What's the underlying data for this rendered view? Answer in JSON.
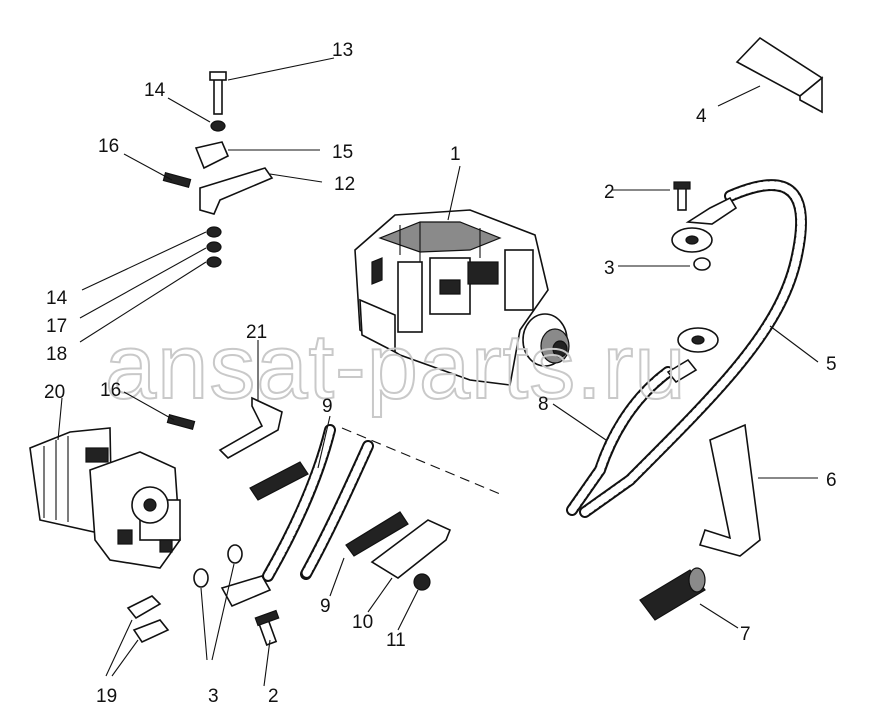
{
  "watermark": "ansat-parts.ru",
  "callouts": [
    {
      "id": "c1",
      "text": "1"
    },
    {
      "id": "c2a",
      "text": "2"
    },
    {
      "id": "c2b",
      "text": "2"
    },
    {
      "id": "c3a",
      "text": "3"
    },
    {
      "id": "c3b",
      "text": "3"
    },
    {
      "id": "c4",
      "text": "4"
    },
    {
      "id": "c5",
      "text": "5"
    },
    {
      "id": "c6",
      "text": "6"
    },
    {
      "id": "c7",
      "text": "7"
    },
    {
      "id": "c8",
      "text": "8"
    },
    {
      "id": "c9a",
      "text": "9"
    },
    {
      "id": "c9b",
      "text": "9"
    },
    {
      "id": "c10",
      "text": "10"
    },
    {
      "id": "c11",
      "text": "11"
    },
    {
      "id": "c12",
      "text": "12"
    },
    {
      "id": "c13",
      "text": "13"
    },
    {
      "id": "c14a",
      "text": "14"
    },
    {
      "id": "c14b",
      "text": "14"
    },
    {
      "id": "c15",
      "text": "15"
    },
    {
      "id": "c16a",
      "text": "16"
    },
    {
      "id": "c16b",
      "text": "16"
    },
    {
      "id": "c17",
      "text": "17"
    },
    {
      "id": "c18",
      "text": "18"
    },
    {
      "id": "c19",
      "text": "19"
    },
    {
      "id": "c20",
      "text": "20"
    },
    {
      "id": "c21",
      "text": "21"
    }
  ]
}
